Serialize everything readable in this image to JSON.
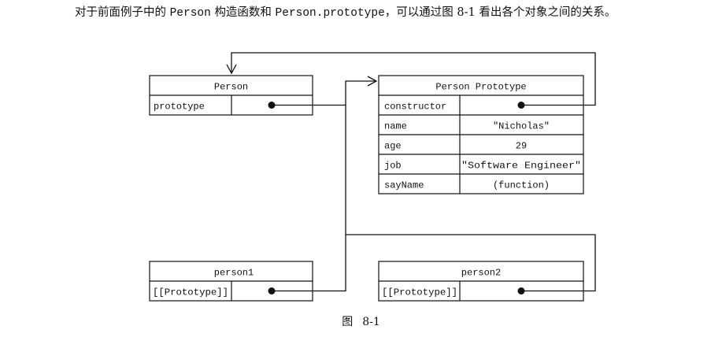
{
  "paragraph": {
    "part1": "对于前面例子中的",
    "code1": "Person",
    "part2": "构造函数和",
    "code2": "Person.prototype",
    "part3": "，可以通过图 8-1 看出各个对象之间的关系。"
  },
  "diagram": {
    "person": {
      "title": "Person",
      "rows": [
        {
          "key": "prototype",
          "value": ""
        }
      ]
    },
    "person_prototype": {
      "title": "Person Prototype",
      "rows": [
        {
          "key": "constructor",
          "value": ""
        },
        {
          "key": "name",
          "value": "\"Nicholas\""
        },
        {
          "key": "age",
          "value": "29"
        },
        {
          "key": "job",
          "value": "\"Software Engineer\""
        },
        {
          "key": "sayName",
          "value": "(function)"
        }
      ]
    },
    "person1": {
      "title": "person1",
      "rows": [
        {
          "key": "[[Prototype]]",
          "value": ""
        }
      ]
    },
    "person2": {
      "title": "person2",
      "rows": [
        {
          "key": "[[Prototype]]",
          "value": ""
        }
      ]
    }
  },
  "caption": {
    "label": "图",
    "number": "8-1"
  }
}
